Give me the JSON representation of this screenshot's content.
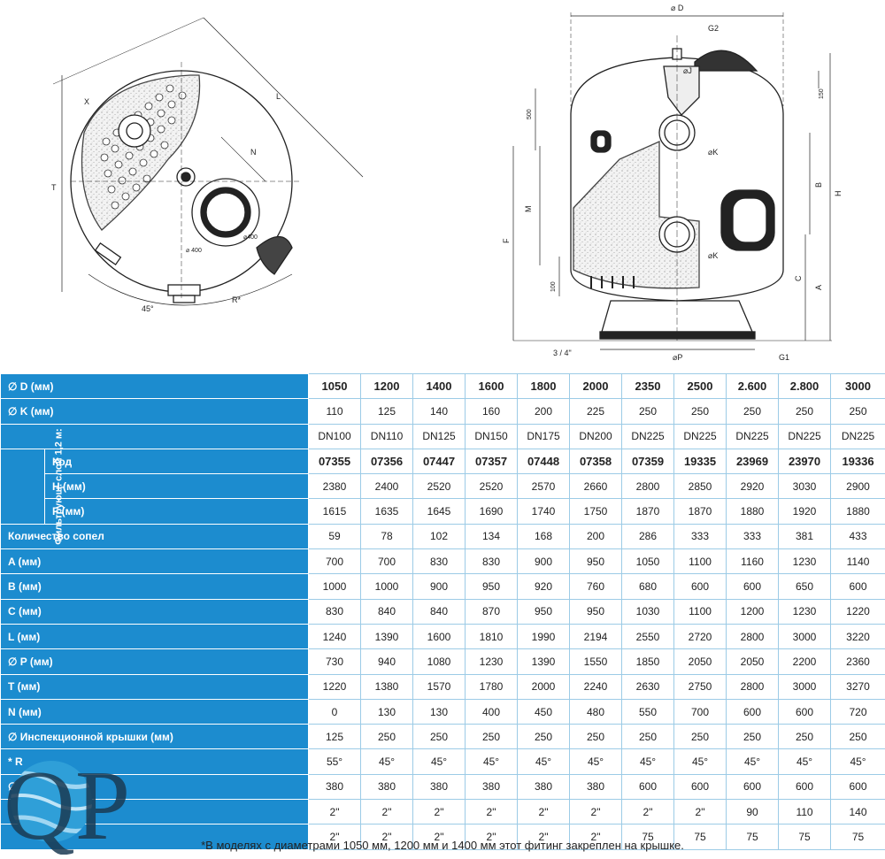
{
  "drawing_labels": {
    "top_view": {
      "x": "X",
      "l": "L",
      "n": "N",
      "t": "T",
      "d400a": "⌀ 400",
      "d400b": "⌀400",
      "angle": "45°",
      "r": "R*"
    },
    "side_view": {
      "d": "⌀ D",
      "g2": "G2",
      "j": "⌀J",
      "d150": "150",
      "d500": "500",
      "k1": "⌀K",
      "k2": "⌀K",
      "b": "B",
      "h": "H",
      "m": "M",
      "f": "F",
      "c": "C",
      "a": "A",
      "d100": "100",
      "p": "⌀P",
      "g1": "G1",
      "threequarter": "3 / 4\""
    }
  },
  "table": {
    "header": {
      "label": "∅ D (мм)",
      "values": [
        "1050",
        "1200",
        "1400",
        "1600",
        "1800",
        "2000",
        "2350",
        "2500",
        "2.600",
        "2.800",
        "3000"
      ]
    },
    "k": {
      "label": "∅ K (мм)",
      "values": [
        "110",
        "125",
        "140",
        "160",
        "200",
        "225",
        "250",
        "250",
        "250",
        "250",
        "250"
      ]
    },
    "dn": {
      "label": "",
      "values": [
        "DN100",
        "DN110",
        "DN125",
        "DN150",
        "DN175",
        "DN200",
        "DN225",
        "DN225",
        "DN225",
        "DN225",
        "DN225"
      ]
    },
    "group_label": "Фильтрующ. слой 1,2 м:",
    "code": {
      "label": "Код",
      "values": [
        "07355",
        "07356",
        "07447",
        "07357",
        "07448",
        "07358",
        "07359",
        "19335",
        "23969",
        "23970",
        "19336"
      ]
    },
    "h": {
      "label": "H (мм)",
      "values": [
        "2380",
        "2400",
        "2520",
        "2520",
        "2570",
        "2660",
        "2800",
        "2850",
        "2920",
        "3030",
        "2900"
      ]
    },
    "f": {
      "label": "F (мм)",
      "values": [
        "1615",
        "1635",
        "1645",
        "1690",
        "1740",
        "1750",
        "1870",
        "1870",
        "1880",
        "1920",
        "1880"
      ]
    },
    "rows": [
      {
        "label": "Количество сопел",
        "values": [
          "59",
          "78",
          "102",
          "134",
          "168",
          "200",
          "286",
          "333",
          "333",
          "381",
          "433"
        ]
      },
      {
        "label": "A (мм)",
        "values": [
          "700",
          "700",
          "830",
          "830",
          "900",
          "950",
          "1050",
          "1100",
          "1160",
          "1230",
          "1140"
        ]
      },
      {
        "label": "B (мм)",
        "values": [
          "1000",
          "1000",
          "900",
          "950",
          "920",
          "760",
          "680",
          "600",
          "600",
          "650",
          "600"
        ]
      },
      {
        "label": "C (мм)",
        "values": [
          "830",
          "840",
          "840",
          "870",
          "950",
          "950",
          "1030",
          "1100",
          "1200",
          "1230",
          "1220"
        ]
      },
      {
        "label": "L (мм)",
        "values": [
          "1240",
          "1390",
          "1600",
          "1810",
          "1990",
          "2194",
          "2550",
          "2720",
          "2800",
          "3000",
          "3220"
        ]
      },
      {
        "label": "∅ P (мм)",
        "values": [
          "730",
          "940",
          "1080",
          "1230",
          "1390",
          "1550",
          "1850",
          "2050",
          "2050",
          "2200",
          "2360"
        ]
      },
      {
        "label": "T (мм)",
        "values": [
          "1220",
          "1380",
          "1570",
          "1780",
          "2000",
          "2240",
          "2630",
          "2750",
          "2800",
          "3000",
          "3270"
        ]
      },
      {
        "label": "N (мм)",
        "values": [
          "0",
          "130",
          "130",
          "400",
          "450",
          "480",
          "550",
          "700",
          "600",
          "600",
          "720"
        ]
      },
      {
        "label": "∅ Инспекционной крышки (мм)",
        "values": [
          "125",
          "250",
          "250",
          "250",
          "250",
          "250",
          "250",
          "250",
          "250",
          "250",
          "250"
        ]
      },
      {
        "label": "* R",
        "values": [
          "55°",
          "45°",
          "45°",
          "45°",
          "45°",
          "45°",
          "45°",
          "45°",
          "45°",
          "45°",
          "45°"
        ]
      },
      {
        "label": "∅ J (мм)",
        "values": [
          "380",
          "380",
          "380",
          "380",
          "380",
          "380",
          "600",
          "600",
          "600",
          "600",
          "600"
        ]
      },
      {
        "label": "",
        "values": [
          "2\"",
          "2\"",
          "2\"",
          "2\"",
          "2\"",
          "2\"",
          "2\"",
          "2\"",
          "90",
          "110",
          "140"
        ]
      },
      {
        "label": "",
        "values": [
          "2\"",
          "2\"",
          "2\"",
          "2\"",
          "2\"",
          "2\"",
          "75",
          "75",
          "75",
          "75",
          "75"
        ]
      }
    ]
  },
  "footnote": "*В моделях с диаметрами 1050 мм, 1200 мм и 1400 мм этот фитинг закреплен на крышке.",
  "logo_text": "QP",
  "colors": {
    "header_blue": "#1c8ccf",
    "grid_line": "#9ccbe6",
    "logo_water": "#2f9fd8"
  }
}
